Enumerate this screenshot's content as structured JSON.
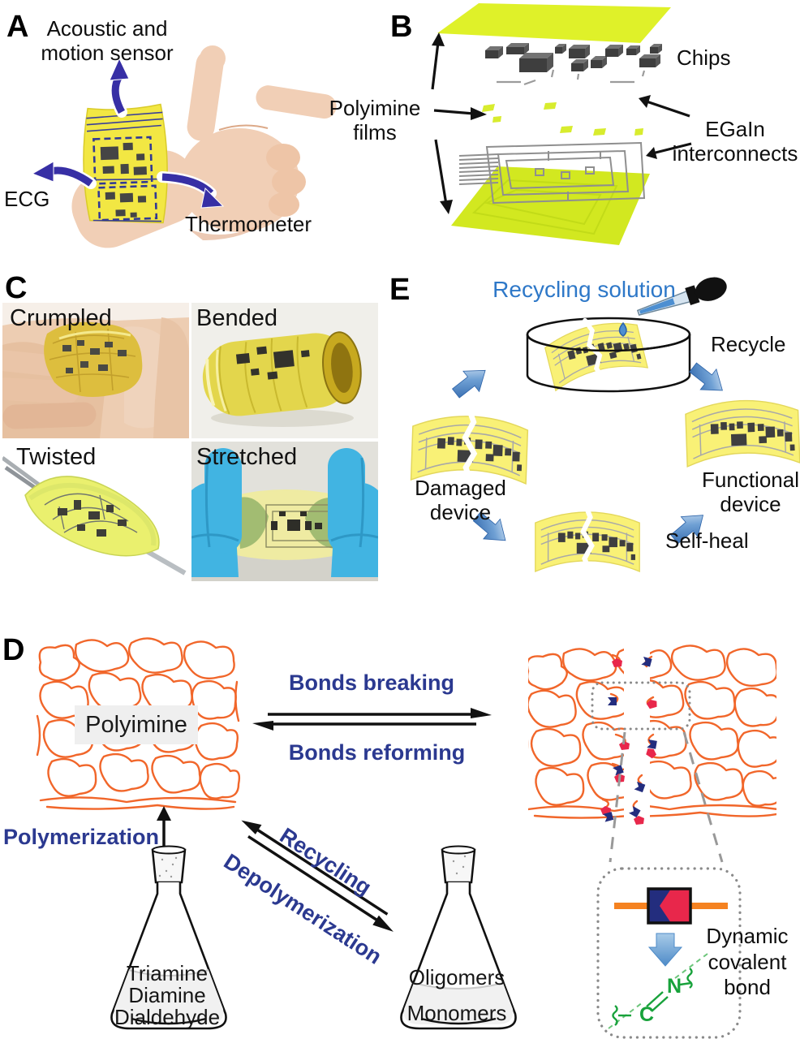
{
  "figure_title": "Recyclable self-healable wearable electronics figure",
  "colors": {
    "navy_text": "#2B3990",
    "blue_text": "#2E78C8",
    "network_orange": "#F1662A",
    "device_yellow": "#F8F074",
    "film_yellowgreen": "#DFF129",
    "arrow_indigo": "#372FA5",
    "chem_green": "#18A23B",
    "red_endgroup": "#E8274B",
    "navy_endgroup": "#232D7E",
    "chip_gray": "#3F3F3F",
    "glove_blue": "#41B4E2",
    "arrow_blue_light": "#9DC3E8"
  },
  "panel_a": {
    "letter": "A",
    "sensor_line1": "Acoustic and",
    "sensor_line2": "motion sensor",
    "ecg": "ECG",
    "thermometer": "Thermometer"
  },
  "panel_b": {
    "letter": "B",
    "chips": "Chips",
    "films_line1": "Polyimine",
    "films_line2": "films",
    "egain_line1": "EGaIn",
    "egain_line2": "interconnects"
  },
  "panel_c": {
    "letter": "C",
    "captions": [
      "Crumpled",
      "Bended",
      "Twisted",
      "Stretched"
    ]
  },
  "panel_e": {
    "letter": "E",
    "solution": "Recycling solution",
    "recycle": "Recycle",
    "damaged_line1": "Damaged",
    "damaged_line2": "device",
    "self_heal": "Self-heal",
    "functional_line1": "Functional",
    "functional_line2": "device"
  },
  "panel_d": {
    "letter": "D",
    "polymer": "Polyimine",
    "bonds_breaking": "Bonds breaking",
    "bonds_reforming": "Bonds reforming",
    "polymerization": "Polymerization",
    "recycling": "Recycling",
    "depolymerization": "Depolymerization",
    "flask_left": [
      "Triamine",
      "Diamine",
      "Dialdehyde"
    ],
    "flask_right": [
      "Oligomers",
      "Monomers"
    ],
    "dynamic_line1": "Dynamic",
    "dynamic_line2": "covalent",
    "dynamic_line3": "bond",
    "atom_c": "C",
    "atom_n": "N"
  }
}
